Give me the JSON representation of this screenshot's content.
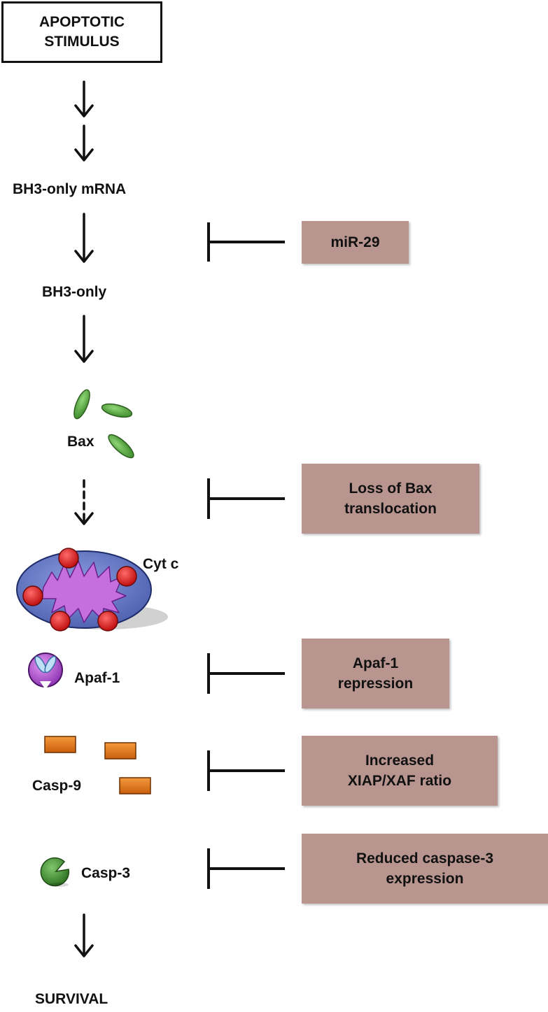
{
  "stimulus": {
    "line1": "APOPTOTIC",
    "line2": "STIMULUS"
  },
  "steps": {
    "bh3_mrna": "BH3-only mRNA",
    "bh3": "BH3-only",
    "bax": "Bax",
    "cytc": "Cyt c",
    "apaf1": "Apaf-1",
    "casp9": "Casp-9",
    "casp3": "Casp-3",
    "survival": "SURVIVAL"
  },
  "inhibitors": [
    {
      "line1": "miR-29",
      "line2": ""
    },
    {
      "line1": "Loss of Bax",
      "line2": "translocation"
    },
    {
      "line1": "Apaf-1",
      "line2": "repression"
    },
    {
      "line1": "Increased",
      "line2": "XIAP/XAF ratio"
    },
    {
      "line1": "Reduced caspase-3",
      "line2": "expression"
    }
  ],
  "colors": {
    "inhibitor_box": "#b8958f",
    "bax": "#5fae4a",
    "mito_outer": "#6d80c9",
    "mito_inner": "#c070d8",
    "cytc": "#e02020",
    "apaf1": "#b14fd0",
    "casp9": "#e47a1e",
    "casp3": "#3f8f2e"
  }
}
